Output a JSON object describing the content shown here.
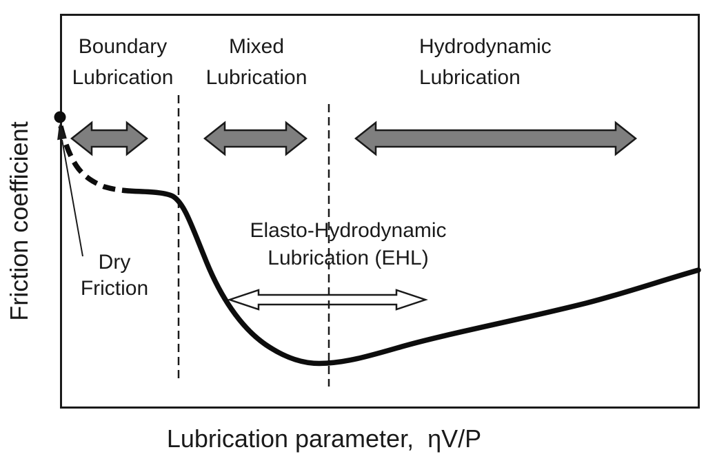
{
  "figure": {
    "y_axis": {
      "label": "Friction coefficient"
    },
    "x_axis": {
      "label": "Lubrication parameter,  ηV/P"
    },
    "regions": [
      {
        "key": "boundary",
        "line1": "Boundary",
        "line2": "Lubrication"
      },
      {
        "key": "mixed",
        "line1": "Mixed",
        "line2": "Lubrication"
      },
      {
        "key": "hydrodynamic",
        "line1": "Hydrodynamic",
        "line2": "Lubrication"
      }
    ],
    "ehl": {
      "line1": "Elasto-Hydrodynamic",
      "line2": "Lubrication (EHL)"
    },
    "dry_friction": {
      "line1": "Dry",
      "line2": "Friction"
    },
    "colors": {
      "curve": "#0d0d0d",
      "region_arrow_fill": "#7f7f7f",
      "ehl_arrow_fill": "#ffffff",
      "text": "#1a1a1a"
    }
  }
}
